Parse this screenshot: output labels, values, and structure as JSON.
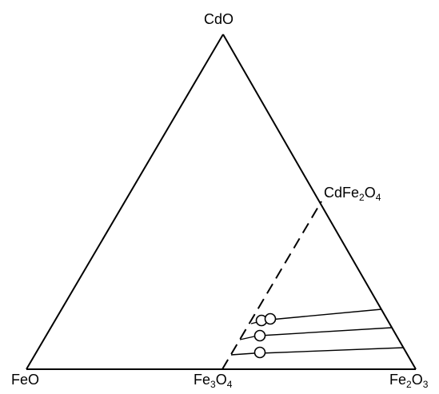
{
  "diagram": {
    "vertices": {
      "top": "CdO",
      "left": "FeO",
      "right": {
        "base": "Fe",
        "sub1": "2",
        "mid": "O",
        "sub2": "3"
      }
    },
    "base_point": {
      "base": "Fe",
      "sub1": "3",
      "mid": "O",
      "sub2": "4"
    },
    "edge_point": {
      "pre": "CdFe",
      "sub1": "2",
      "mid": "O",
      "sub2": "4"
    },
    "colors": {
      "line": "#000000",
      "background": "#ffffff"
    }
  }
}
